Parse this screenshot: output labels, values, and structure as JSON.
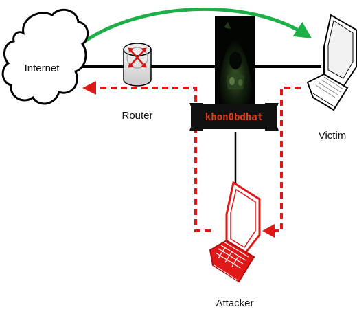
{
  "nodes": {
    "internet": {
      "label": "Internet"
    },
    "router": {
      "label": "Router"
    },
    "victim": {
      "label": "Victim"
    },
    "attacker": {
      "label": "Attacker"
    }
  },
  "banner": {
    "text": "khon0bdhat"
  },
  "colors": {
    "legit_flow": "#1db048",
    "attack_flow": "#e01818",
    "attacker_device": "#e01818",
    "banner_text": "#e0401a",
    "banner_bg": "#111111",
    "wire": "#000000"
  },
  "icons": {
    "internet": "cloud-icon",
    "router": "router-icon",
    "victim": "laptop-icon",
    "attacker": "laptop-icon",
    "hacker": "hooded-hacker-icon"
  }
}
